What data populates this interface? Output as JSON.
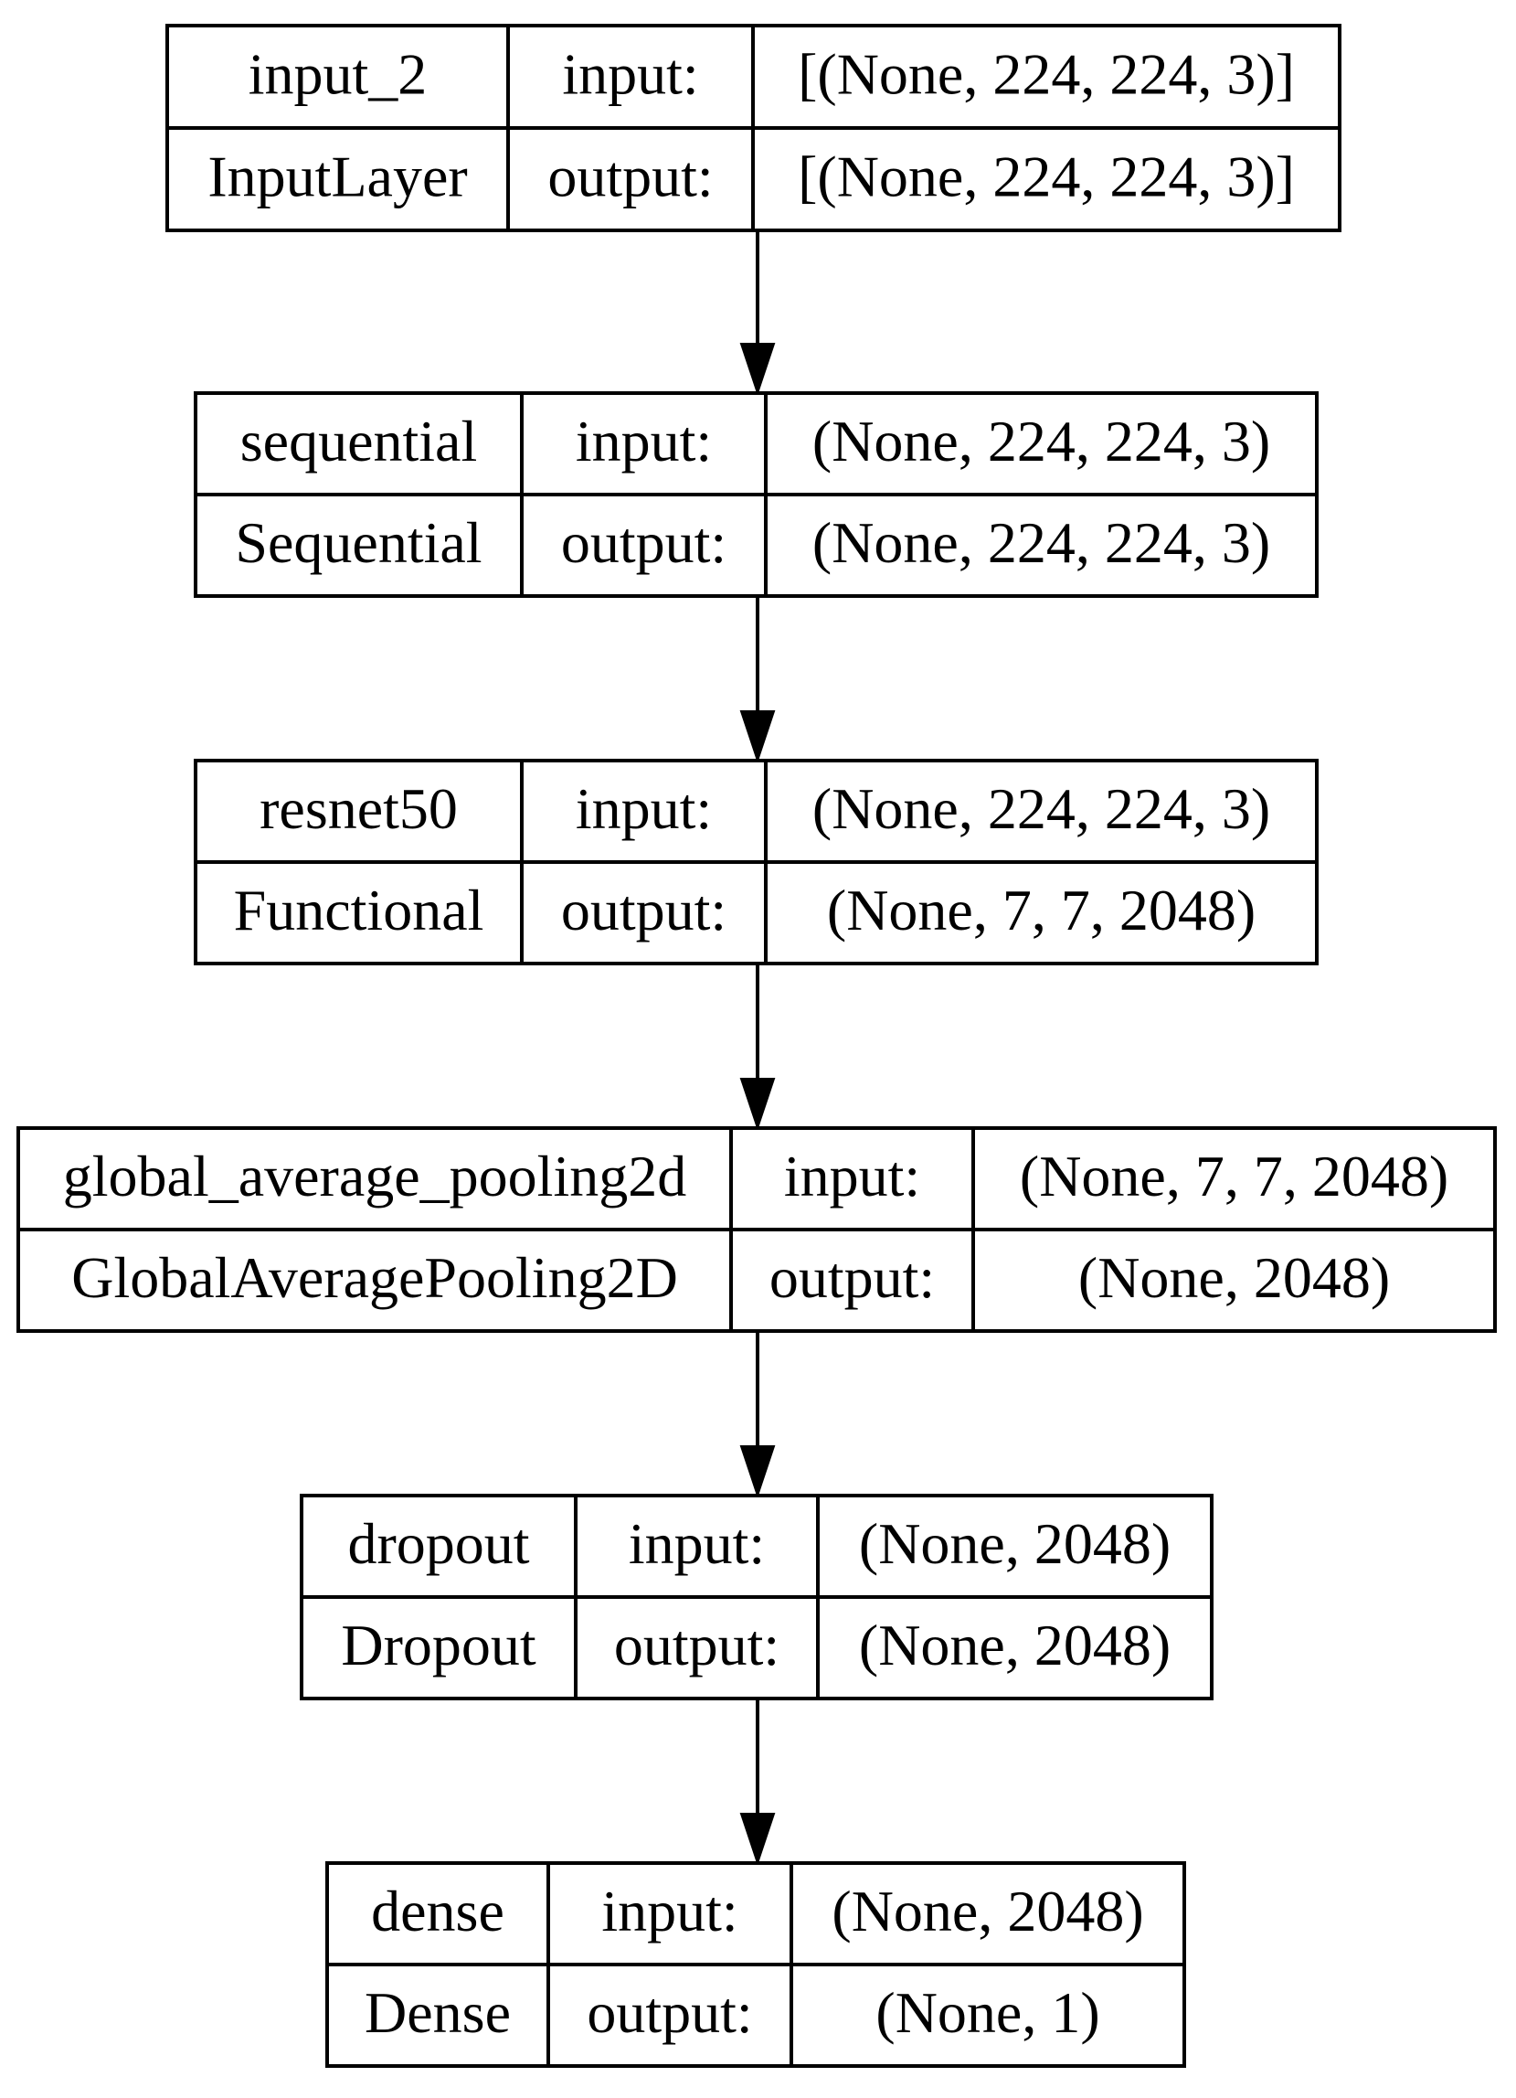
{
  "layers": [
    {
      "name": "input_2",
      "type": "InputLayer",
      "input_label": "input:",
      "output_label": "output:",
      "input_shape": "[(None, 224, 224, 3)]",
      "output_shape": "[(None, 224, 224, 3)]"
    },
    {
      "name": "sequential",
      "type": "Sequential",
      "input_label": "input:",
      "output_label": "output:",
      "input_shape": "(None, 224, 224, 3)",
      "output_shape": "(None, 224, 224, 3)"
    },
    {
      "name": "resnet50",
      "type": "Functional",
      "input_label": "input:",
      "output_label": "output:",
      "input_shape": "(None, 224, 224, 3)",
      "output_shape": "(None, 7, 7, 2048)"
    },
    {
      "name": "global_average_pooling2d",
      "type": "GlobalAveragePooling2D",
      "input_label": "input:",
      "output_label": "output:",
      "input_shape": "(None, 7, 7, 2048)",
      "output_shape": "(None, 2048)"
    },
    {
      "name": "dropout",
      "type": "Dropout",
      "input_label": "input:",
      "output_label": "output:",
      "input_shape": "(None, 2048)",
      "output_shape": "(None, 2048)"
    },
    {
      "name": "dense",
      "type": "Dense",
      "input_label": "input:",
      "output_label": "output:",
      "input_shape": "(None, 2048)",
      "output_shape": "(None, 1)"
    }
  ],
  "colors": {
    "line": "#000000",
    "background": "#ffffff"
  }
}
